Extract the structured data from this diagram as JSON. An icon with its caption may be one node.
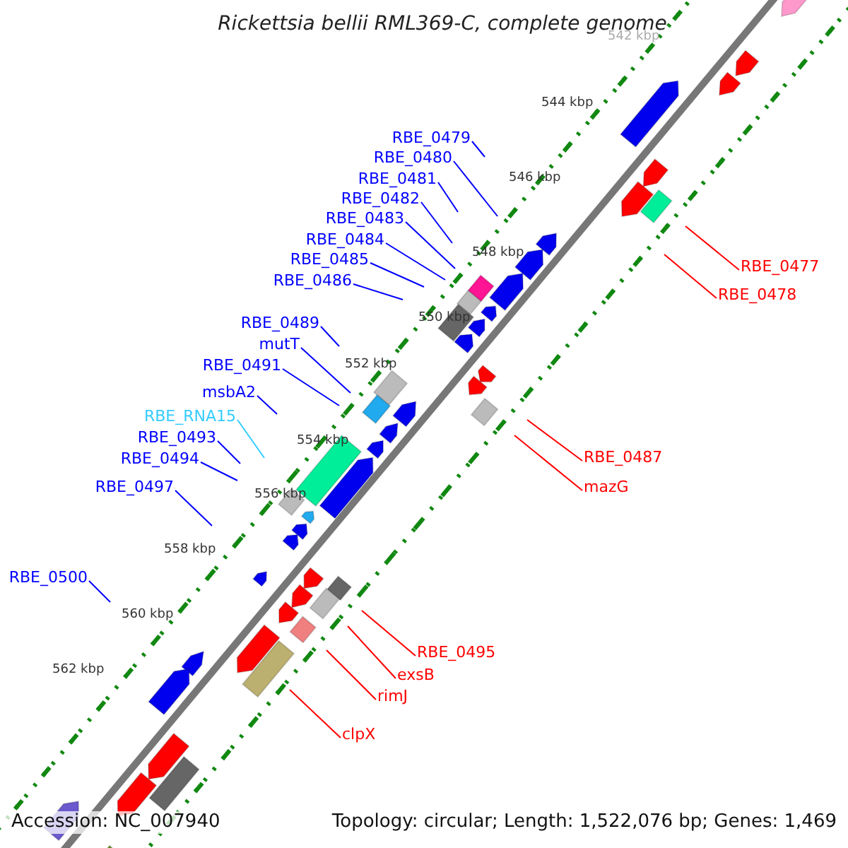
{
  "diagram": {
    "title": "Rickettsia bellii RML369-C, complete genome",
    "nodes": [
      {
        "text": [
          "RBE_0479"
        ]
      },
      {
        "text": [
          "RBE_0480"
        ]
      },
      {
        "text": [
          "RBE_0481"
        ]
      },
      {
        "text": [
          "RBE_0482"
        ]
      },
      {
        "text": [
          "RBE_0483"
        ]
      },
      {
        "text": [
          "RBE_0484"
        ]
      },
      {
        "text": [
          "RBE_0485"
        ]
      },
      {
        "text": [
          "RBE_0477"
        ]
      },
      {
        "text": [
          "RBE_0486"
        ]
      },
      {
        "text": [
          "RBE_0478"
        ]
      },
      {
        "text": [
          "RBE_0489"
        ]
      },
      {
        "text": [
          "mutT"
        ]
      },
      {
        "text": [
          "RBE_0491"
        ]
      },
      {
        "text": [
          "msbA2"
        ]
      },
      {
        "text": [
          "RBE_RNA15"
        ]
      },
      {
        "text": [
          "RBE_0493"
        ]
      },
      {
        "text": [
          "RBE_0494"
        ]
      },
      {
        "text": [
          "RBE_0487"
        ]
      },
      {
        "text": [
          "RBE_0497"
        ]
      },
      {
        "text": [
          "mazG"
        ]
      },
      {
        "text": [
          "RBE_0500"
        ]
      },
      {
        "text": [
          "RBE_0495"
        ]
      },
      {
        "text": [
          "exsB"
        ]
      },
      {
        "text": [
          "rimJ"
        ]
      },
      {
        "text": [
          "clpX"
        ]
      }
    ],
    "edges": [
      {
        "from": 0,
        "to": null,
        "arrow": "none"
      },
      {
        "from": 1,
        "to": null,
        "arrow": "none"
      },
      {
        "from": 2,
        "to": null,
        "arrow": "none"
      },
      {
        "from": 3,
        "to": null,
        "arrow": "none"
      },
      {
        "from": 4,
        "to": null,
        "arrow": "none"
      },
      {
        "from": 5,
        "to": null,
        "arrow": "none"
      },
      {
        "from": 6,
        "to": null,
        "arrow": "none"
      },
      {
        "from": 7,
        "to": null,
        "arrow": "none",
        "color": "#ff0000"
      },
      {
        "from": 8,
        "to": null,
        "arrow": "none"
      },
      {
        "from": 9,
        "to": null,
        "arrow": "none",
        "color": "#ff0000"
      },
      {
        "from": 10,
        "to": null,
        "arrow": "none"
      },
      {
        "from": 11,
        "to": null,
        "arrow": "none"
      },
      {
        "from": 12,
        "to": null,
        "arrow": "none"
      },
      {
        "from": 13,
        "to": null,
        "arrow": "none"
      },
      {
        "from": 14,
        "to": null,
        "arrow": "none",
        "color": "#33ccff"
      },
      {
        "from": 15,
        "to": null,
        "arrow": "none"
      },
      {
        "from": 16,
        "to": null,
        "arrow": "none"
      },
      {
        "from": 17,
        "to": null,
        "arrow": "none",
        "color": "#ff0000"
      },
      {
        "from": 18,
        "to": null,
        "arrow": "none"
      },
      {
        "from": 19,
        "to": null,
        "arrow": "none",
        "color": "#ff0000"
      },
      {
        "from": 20,
        "to": null,
        "arrow": "none"
      },
      {
        "from": 21,
        "to": null,
        "arrow": "none",
        "color": "#ff0000"
      },
      {
        "from": 22,
        "to": null,
        "arrow": "none",
        "color": "#ff0000"
      },
      {
        "from": 23,
        "to": null,
        "arrow": "none",
        "color": "#ff0000"
      },
      {
        "from": 24,
        "to": null,
        "arrow": "none",
        "color": "#ff0000"
      }
    ],
    "labels": [
      "542 kbp",
      "544 kbp",
      "546 kbp",
      "548 kbp",
      "550 kbp",
      "552 kbp",
      "554 kbp",
      "556 kbp",
      "558 kbp",
      "560 kbp",
      "562 kbp",
      "Accession: NC_007940",
      "Topology: circular; Length: 1,522,076 bp; Genes: 1,469"
    ]
  }
}
